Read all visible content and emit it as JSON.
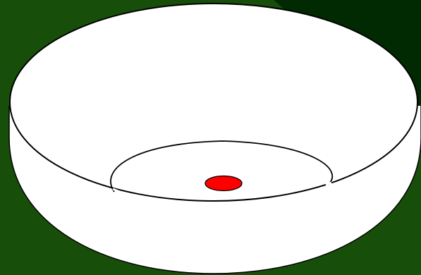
{
  "scene": {
    "background_color": "#174f0a",
    "shadow_color": "#012a02",
    "bowl_fill": "#ffffff",
    "outline_color": "#000000",
    "marker_color": "#ff0000",
    "elements": [
      "bowl",
      "inner-basin",
      "red-marker"
    ]
  }
}
